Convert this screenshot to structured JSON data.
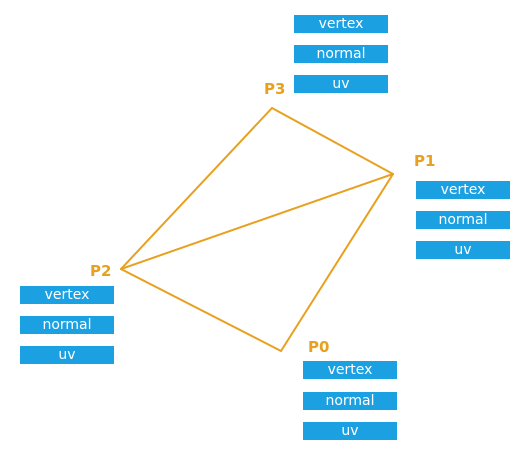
{
  "colors": {
    "edge": "#E8A020",
    "label": "#E8A020",
    "box_fill": "#1BA1E2",
    "box_text": "#ffffff"
  },
  "points": {
    "p0": {
      "label": "P0",
      "attributes": [
        "vertex",
        "normal",
        "uv"
      ]
    },
    "p1": {
      "label": "P1",
      "attributes": [
        "vertex",
        "normal",
        "uv"
      ]
    },
    "p2": {
      "label": "P2",
      "attributes": [
        "vertex",
        "normal",
        "uv"
      ]
    },
    "p3": {
      "label": "P3",
      "attributes": [
        "vertex",
        "normal",
        "uv"
      ]
    }
  },
  "edges": [
    [
      "p2",
      "p3"
    ],
    [
      "p3",
      "p1"
    ],
    [
      "p1",
      "p0"
    ],
    [
      "p0",
      "p2"
    ],
    [
      "p2",
      "p1"
    ]
  ]
}
